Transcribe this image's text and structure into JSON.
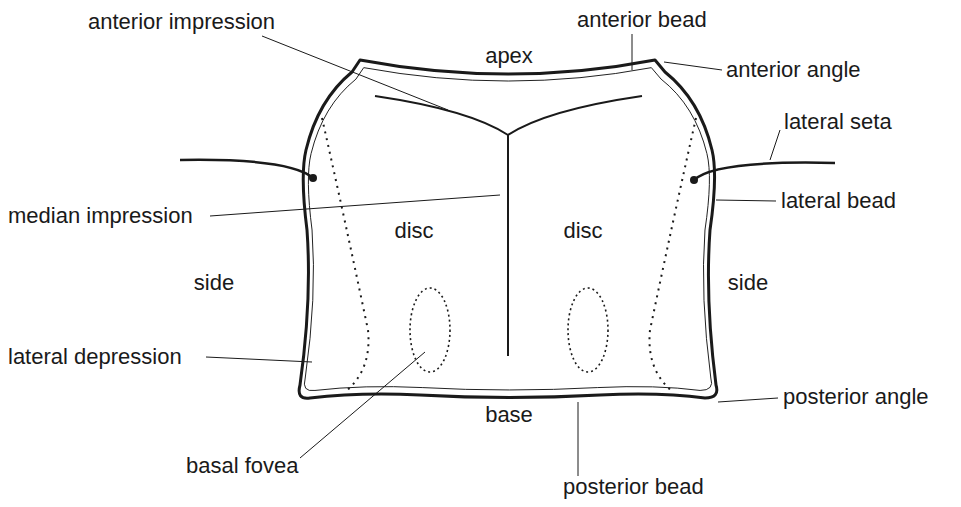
{
  "diagram": {
    "labels": [
      "anterior impression",
      "anterior bead",
      "apex",
      "anterior angle",
      "lateral seta",
      "median impression",
      "lateral bead",
      "disc",
      "disc",
      "side",
      "side",
      "lateral depression",
      "posterior angle",
      "base",
      "basal fovea",
      "posterior bead"
    ]
  }
}
